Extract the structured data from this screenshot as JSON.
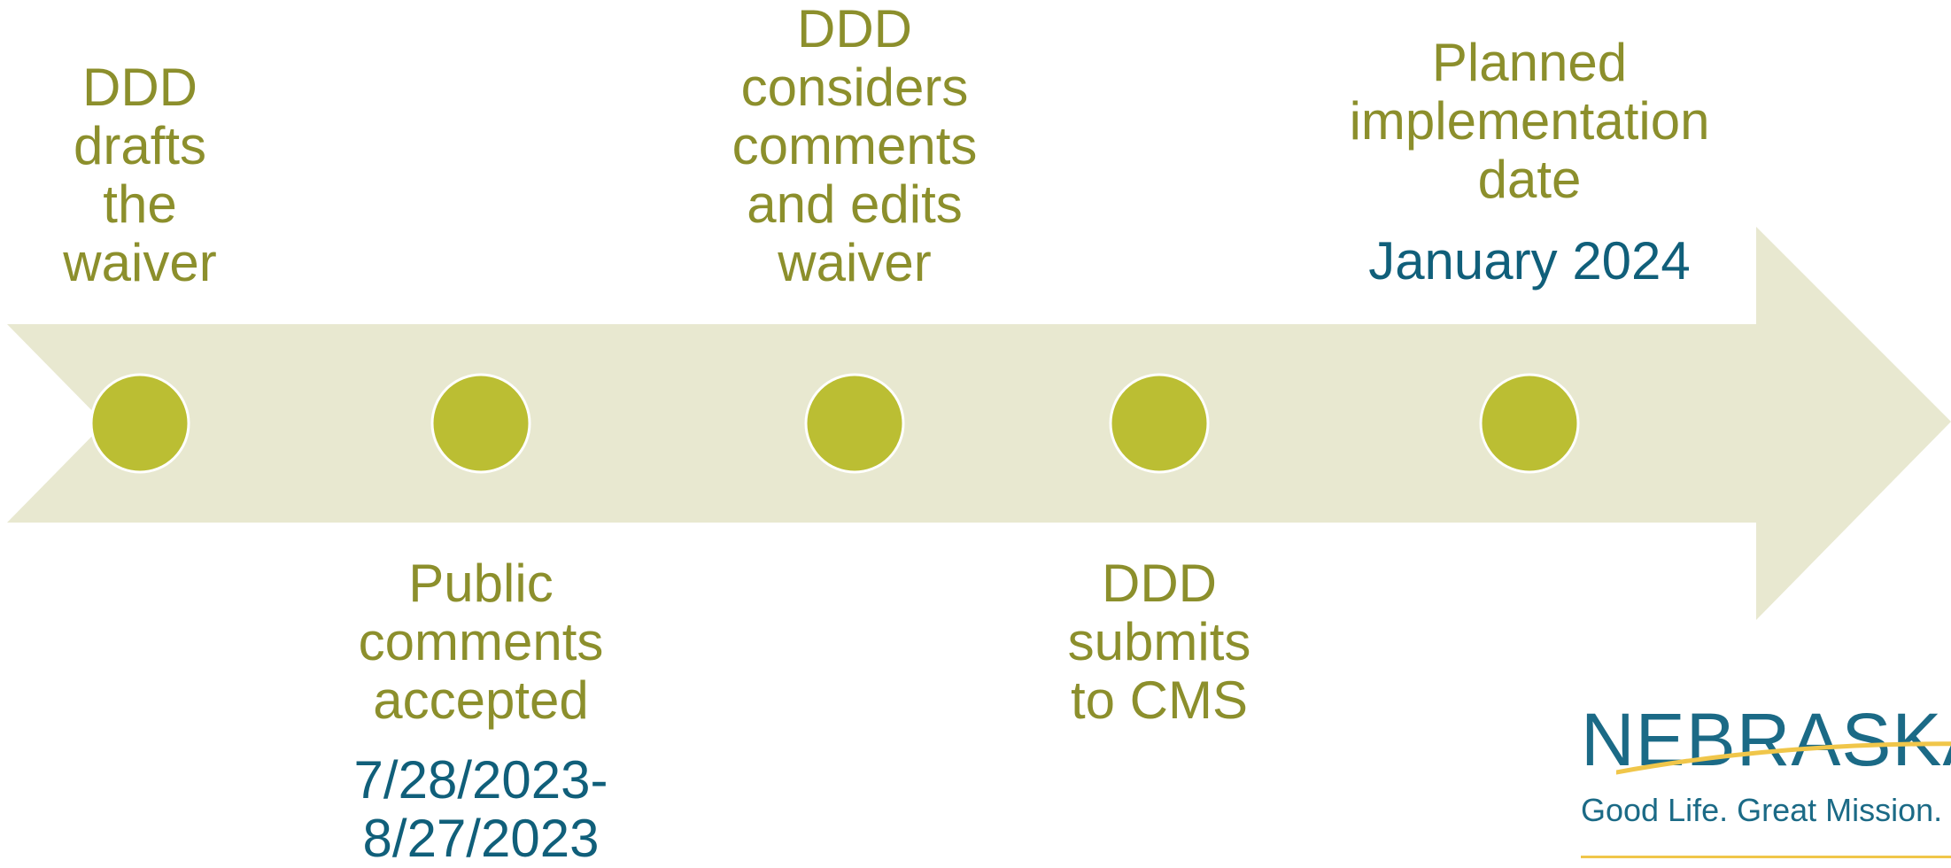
{
  "colors": {
    "arrow_fill": "#e8e8d0",
    "node_fill": "#bbbe33",
    "node_stroke": "#ffffff",
    "label_color": "#8c8f2c",
    "date_color": "#105f7a",
    "logo_color": "#1b6a86",
    "logo_accent": "#f0c64a"
  },
  "milestones": [
    {
      "label": "DDD\ndrafts\nthe\nwaiver",
      "date": "",
      "position": "above"
    },
    {
      "label": "Public\ncomments\naccepted",
      "date": "7/28/2023-\n8/27/2023",
      "position": "below"
    },
    {
      "label": "DDD\nconsiders\ncomments\nand edits\nwaiver",
      "date": "",
      "position": "above"
    },
    {
      "label": "DDD\nsubmits\nto CMS",
      "date": "",
      "position": "below"
    },
    {
      "label": "Planned\nimplementation\ndate",
      "date": "January 2024",
      "position": "above"
    }
  ],
  "logo": {
    "wordmark": "NEBRASKA",
    "tagline": "Good Life. Great Mission."
  }
}
